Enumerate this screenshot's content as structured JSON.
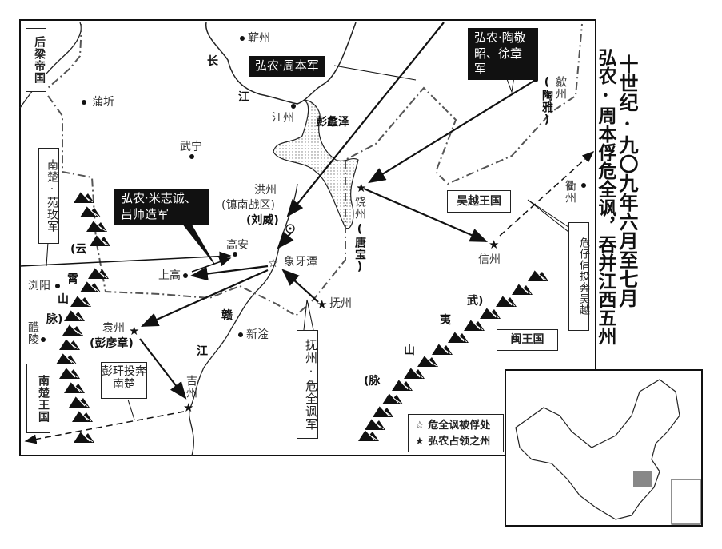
{
  "title": {
    "line1": "十世纪·九〇九年六月至七月",
    "line2": "弘农·周本俘危全讽，吞并江西五州"
  },
  "regions": {
    "houliang": "后梁帝国",
    "nanchu_king": "南楚王国",
    "wuyue": "吴越王国",
    "min": "闽王国"
  },
  "armies": {
    "zhouben": "弘农·周本军",
    "mi_lv": "弘农·米志诚、吕师造军",
    "tao_xu": "弘农·陶敬昭、徐章军",
    "nanchu_yuan": "南楚·苑玫军",
    "fuzhou_wei": "抚州·危全讽军"
  },
  "notes": {
    "peng_gan": "彭玕投奔南楚",
    "wei_zichang": "危仔倡投奔吴越"
  },
  "places": {
    "qizhou": "蕲州",
    "jiangzhou": "江州",
    "pengli": "彭蠡泽",
    "puqi": "蒲圻",
    "wuning": "武宁",
    "hongzhou": "洪州",
    "zhennan": "(镇南战区)",
    "liuwei": "(刘威)",
    "raozhou": "饶州",
    "tangbao": "(唐宝)",
    "gaoan": "高安",
    "xiangyatan": "象牙潭",
    "shanggao": "上高",
    "liuyang": "浏阳",
    "liling": "醴陵",
    "yuanzhou": "袁州",
    "pengyanzhang": "(彭彦章)",
    "xingan": "新淦",
    "fuzhou": "抚州",
    "jizhou": "吉州",
    "shezhou": "歙州",
    "taoya": "(陶雅)",
    "quzhou": "衢州",
    "xinzhou": "信州"
  },
  "rivers": {
    "chang": "长",
    "jiang1": "江",
    "gan": "赣",
    "jiang2": "江"
  },
  "mountains": {
    "yun": "(云",
    "xiao": "霄",
    "shan1": "山",
    "mai1": "脉)",
    "wu": "武)",
    "yi": "夷",
    "shan2": "山",
    "mai2": "(脉"
  },
  "legend": {
    "hollow_star": "☆",
    "hollow_label": "危全讽被俘处",
    "solid_star": "★",
    "solid_label": "弘农占领之州"
  }
}
